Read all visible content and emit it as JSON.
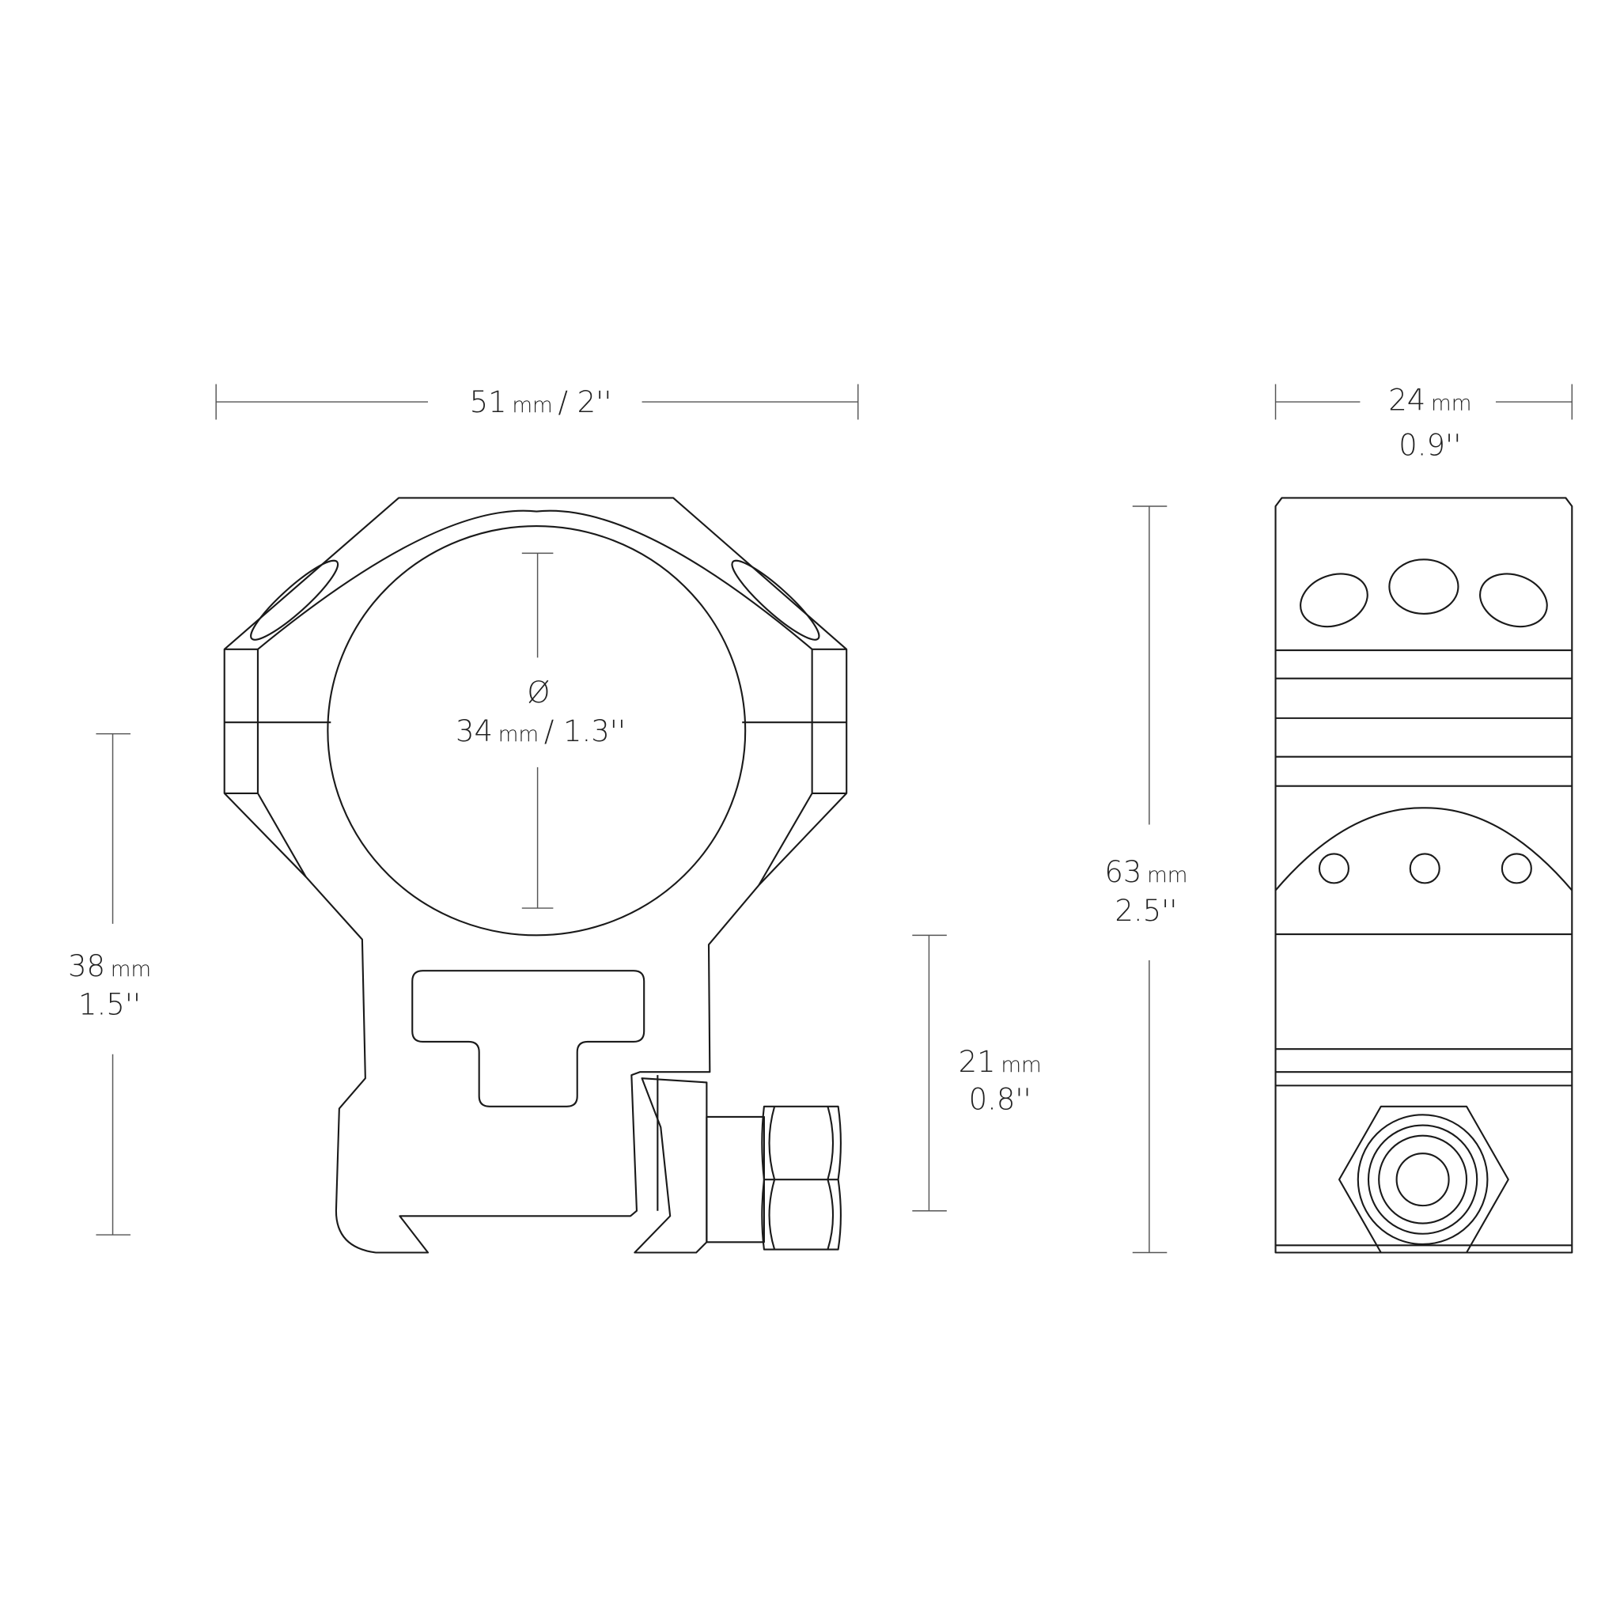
{
  "width_dimension": {
    "value": "51",
    "unit": "mm",
    "imperial": "/ 2''"
  },
  "diameter_dimension": {
    "symbol": "Ø",
    "value": "34",
    "unit": "mm",
    "imperial": "/ 1.3''"
  },
  "height_dimension": {
    "value": "38",
    "unit": "mm",
    "imperial": "1.5''"
  },
  "base_dimension": {
    "value": "21",
    "unit": "mm",
    "imperial": "0.8''"
  },
  "side_width_dimension": {
    "value": "24",
    "unit": "mm",
    "imperial": "0.9''"
  },
  "side_height_dimension": {
    "value": "63",
    "unit": "mm",
    "imperial": "2.5''"
  },
  "colors": {
    "line": "#1a1a1a",
    "dimension": "#555555",
    "background": "#ffffff"
  }
}
